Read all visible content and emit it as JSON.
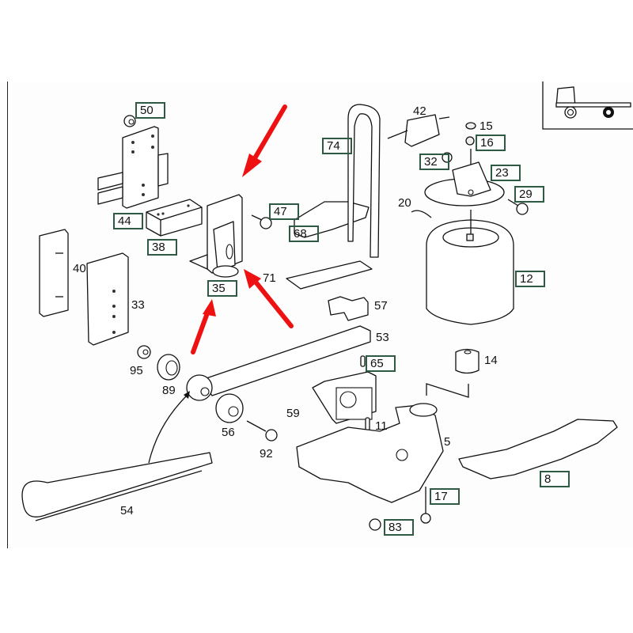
{
  "diagram": {
    "type": "exploded parts diagram",
    "subject": "truck rear suspension / air spring assembly",
    "accent_colors": {
      "label_box_border": "#2e5a44",
      "highlight_arrow": "#ee1111"
    },
    "inset": {
      "icon": "truck-chassis-icon",
      "description": "truck side view with rear axle highlighted"
    },
    "labels": [
      {
        "id": "50",
        "boxed": true
      },
      {
        "id": "44",
        "boxed": true
      },
      {
        "id": "38",
        "boxed": true
      },
      {
        "id": "47",
        "boxed": true
      },
      {
        "id": "68",
        "boxed": true
      },
      {
        "id": "74",
        "boxed": true
      },
      {
        "id": "42",
        "boxed": false
      },
      {
        "id": "15",
        "boxed": false
      },
      {
        "id": "16",
        "boxed": true
      },
      {
        "id": "32",
        "boxed": true
      },
      {
        "id": "23",
        "boxed": true
      },
      {
        "id": "29",
        "boxed": true
      },
      {
        "id": "20",
        "boxed": false
      },
      {
        "id": "12",
        "boxed": true
      },
      {
        "id": "40",
        "boxed": false
      },
      {
        "id": "33",
        "boxed": false
      },
      {
        "id": "35",
        "boxed": true
      },
      {
        "id": "71",
        "boxed": false
      },
      {
        "id": "57",
        "boxed": false
      },
      {
        "id": "53",
        "boxed": false
      },
      {
        "id": "95",
        "boxed": false
      },
      {
        "id": "89",
        "boxed": false
      },
      {
        "id": "65",
        "boxed": true
      },
      {
        "id": "14",
        "boxed": false
      },
      {
        "id": "59",
        "boxed": false
      },
      {
        "id": "56",
        "boxed": false
      },
      {
        "id": "11",
        "boxed": false
      },
      {
        "id": "92",
        "boxed": false
      },
      {
        "id": "5",
        "boxed": false
      },
      {
        "id": "8",
        "boxed": true
      },
      {
        "id": "54",
        "boxed": false
      },
      {
        "id": "17",
        "boxed": true
      },
      {
        "id": "83",
        "boxed": true
      }
    ],
    "highlight_arrows": [
      {
        "points_to": "35",
        "count": 3
      }
    ]
  }
}
